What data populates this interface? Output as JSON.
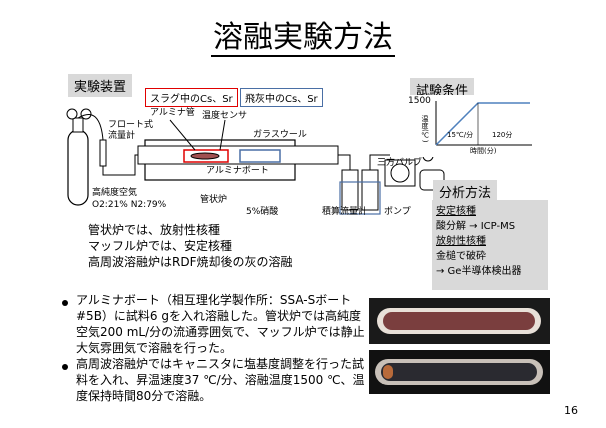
{
  "slide": {
    "title": "溶融実験方法",
    "page_number": "16"
  },
  "apparatus": {
    "heading": "実験装置",
    "callout_slag": "スラグ中のCs、Sr",
    "callout_flyash": "飛灰中のCs、Sr",
    "label_alumina_tube": "アルミナ管",
    "label_temp_sensor": "温度センサ",
    "label_float_flowmeter": "フロート式\n流量計",
    "label_glass_wool": "ガラスウール",
    "label_alumina_boat": "アルミナボート",
    "label_three_way_valve": "三方バルブ",
    "label_air": "高純度空気",
    "label_air_comp": "O2:21% N2:79%",
    "label_tube_furnace": "管状炉",
    "label_nitric": "5%硝酸",
    "label_integrating_flowmeter": "積算流量計",
    "label_pump": "ポンプ"
  },
  "notes": [
    "管状炉では、放射性核種",
    "マッフル炉では、安定核種",
    "高周波溶融炉はRDF焼却後の灰の溶融"
  ],
  "conditions": {
    "heading": "試験条件",
    "y_top_label": "1500",
    "y_axis_label": "温度(℃)",
    "x_axis_label": "時間(分)",
    "rate_label": "15℃/分",
    "hold_label": "120分"
  },
  "analysis": {
    "heading": "分析方法",
    "stable_heading": "安定核種",
    "stable_method": "酸分解 → ICP-MS",
    "radio_heading": "放射性核種",
    "radio_method_1": "金槌で破砕",
    "radio_method_2": "→ Ge半導体検出器"
  },
  "bullets": [
    "アルミナボート（相互理化学製作所：SSA-Sボート#5B）に試料6 gを入れ溶融した。管状炉では高純度空気200 mL/分の流通雰囲気で、マッフル炉では静止大気雰囲気で溶融を行った。",
    "高周波溶融炉ではキャニスタに塩基度調整を行った試料を入れ、昇温速度37 ℃/分、溶融温度1500 ℃、温度保持時間80分で溶融。"
  ],
  "colors": {
    "callout_slag_border": "#e00000",
    "callout_flyash_border": "#4a6fa5",
    "panel_gray": "#d9d9d9",
    "chart_line": "#4f81bd"
  }
}
